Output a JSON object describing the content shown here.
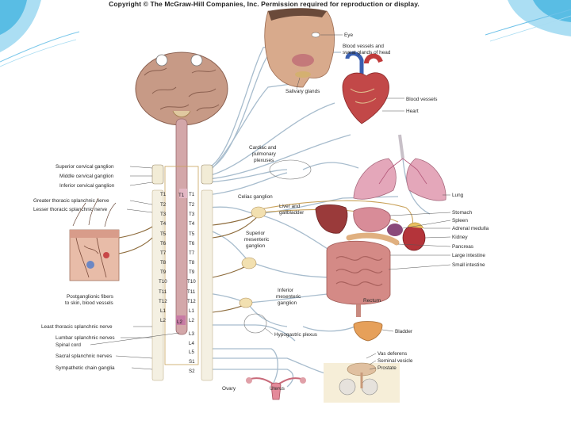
{
  "copyright": "Copyright © The McGraw-Hill Companies, Inc. Permission required for reproduction or display.",
  "left_labels": {
    "superior_cervical": "Superior cervical ganglion",
    "middle_cervical": "Middle cervical ganglion",
    "inferior_cervical": "Inferior cervical ganglion",
    "greater_thoracic": "Greater thoracic splanchnic nerve",
    "lesser_thoracic": "Lesser thoracic splanchnic nerve",
    "postganglionic_1": "Postganglionic fibers",
    "postganglionic_2": "to skin, blood vessels",
    "least_thoracic": "Least thoracic splanchnic nerve",
    "lumbar": "Lumbar splanchnic nerves",
    "spinal_cord": "Spinal cord",
    "sacral": "Sacral splanchnic nerves",
    "chain": "Sympathetic chain ganglia"
  },
  "segments": {
    "left": [
      "T1",
      "T2",
      "T3",
      "T4",
      "T5",
      "T6",
      "T7",
      "T8",
      "T9",
      "T10",
      "T11",
      "T12",
      "L1",
      "L2"
    ],
    "right": [
      "T1",
      "T2",
      "T3",
      "T4",
      "T5",
      "T6",
      "T7",
      "T8",
      "T9",
      "T10",
      "T11",
      "T12",
      "L1",
      "L2",
      "L3",
      "L4",
      "L5",
      "S1",
      "S2"
    ],
    "cord_upper": "T1",
    "cord_lower": "L2"
  },
  "center_labels": {
    "cardiac_1": "Cardiac and",
    "cardiac_2": "pulmonary",
    "cardiac_3": "plexuses",
    "celiac": "Celiac ganglion",
    "superior_mes_1": "Superior",
    "superior_mes_2": "mesenteric",
    "superior_mes_3": "ganglion",
    "inferior_mes_1": "Inferior",
    "inferior_mes_2": "mesenteric",
    "inferior_mes_3": "ganglion",
    "hypogastric": "Hypogastric plexus",
    "liver_1": "Liver and",
    "liver_2": "gallbladder",
    "salivary": "Salivary glands",
    "ovary": "Ovary",
    "uterus": "Uterus"
  },
  "right_labels": {
    "eye": "Eye",
    "vessels_head_1": "Blood vessels and",
    "vessels_head_2": "sweat glands of head",
    "blood_vessels": "Blood vessels",
    "heart": "Heart",
    "lung": "Lung",
    "stomach": "Stomach",
    "spleen": "Spleen",
    "adrenal": "Adrenal medulla",
    "kidney": "Kidney",
    "pancreas": "Pancreas",
    "large_intestine": "Large intestine",
    "small_intestine": "Small intestine",
    "rectum": "Rectum",
    "bladder": "Bladder",
    "vas": "Vas deferens",
    "seminal": "Seminal vesicle",
    "prostate": "Prostate"
  },
  "colors": {
    "accent_blue": "#3a9fd8",
    "nerve_blue": "#a7bccd",
    "nerve_brown": "#8c6a3a",
    "brain": "#c79a86",
    "organ_red": "#c24848",
    "intestine": "#d48a86"
  }
}
